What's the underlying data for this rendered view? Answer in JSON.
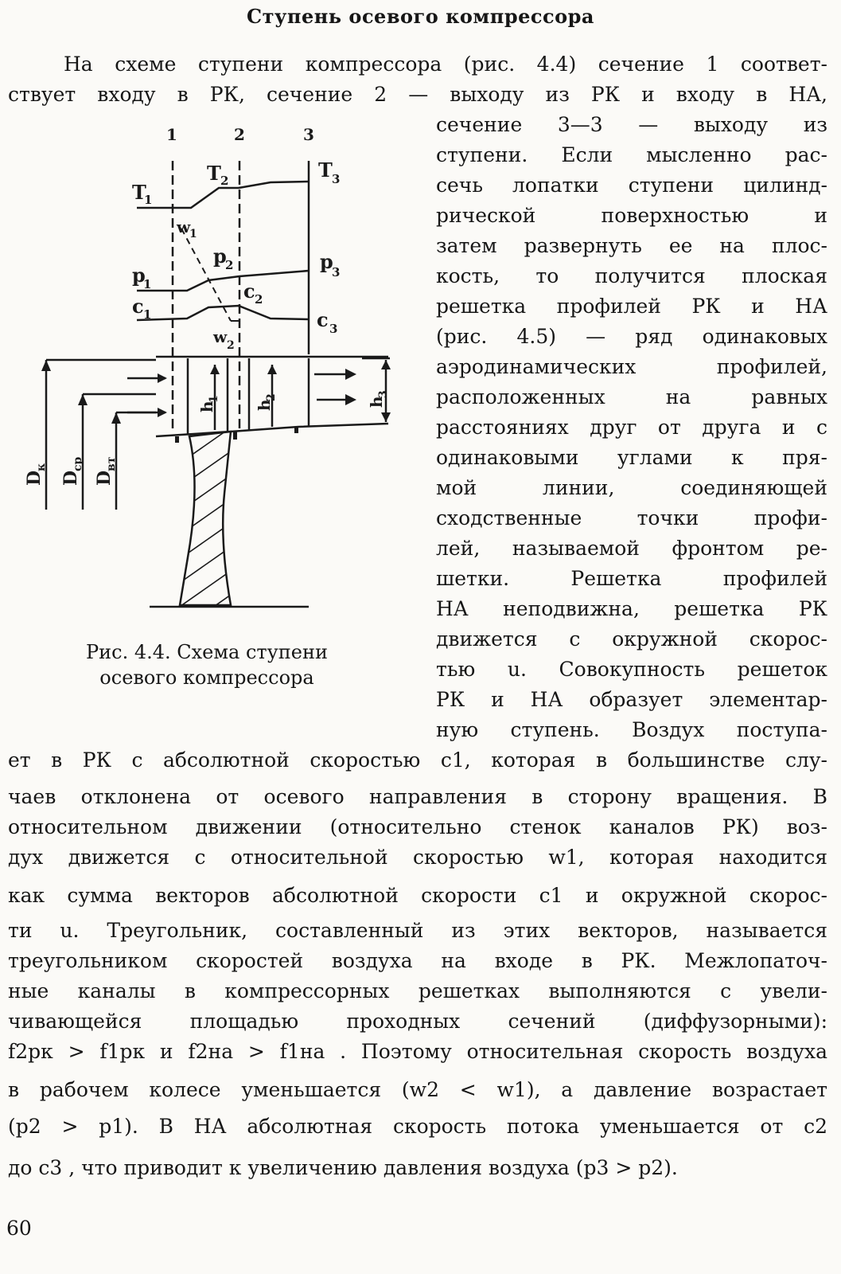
{
  "title": "Ступень осевого компрессора",
  "lines": [
    "На схеме ступени компрессора (рис. 4.4) сечение 1 соответ-",
    "ствует входу в РК, сечение 2 — выходу из РК и входу в НА,",
    "сечение 3—3 — выходу из",
    "ступени. Если мысленно рас-",
    "сечь лопатки ступени цилинд-",
    "рической поверхностью и",
    "затем развернуть ее на плос-",
    "кость, то получится плоская",
    "решетка профилей РК и НА",
    "(рис. 4.5) — ряд одинаковых",
    "аэродинамических профилей,",
    "расположенных на равных",
    "расстояниях друг от друга и с",
    "одинаковыми углами к пря-",
    "мой линии, соединяющей",
    "сходственные точки профи-",
    "лей, называемой фронтом ре-",
    "шетки. Решетка профилей",
    "НА неподвижна, решетка РК",
    "движется с окружной скорос-",
    "тью u. Совокупность решеток",
    "РК и НА образует элементар-",
    "ную ступень. Воздух поступа-",
    "ет в РК с абсолютной скоростью c1, которая в большинстве слу-",
    "чаев отклонена от осевого направления в сторону вращения. В",
    "относительном движении (относительно стенок каналов РК) воз-",
    "дух движется с относительной скоростью w1, которая находится",
    "как сумма векторов абсолютной скорости c1 и окружной скорос-",
    "ти u. Треугольник, составленный из этих векторов, называется",
    "треугольником скоростей воздуха на входе в РК. Межлопаточ-",
    "ные каналы в компрессорных решетках выполняются с увели-",
    "чивающейся площадью проходных сечений (диффузорными):",
    "f2рк > f1рк и f2на > f1на . Поэтому относительная скорость воздуха",
    "в рабочем колесе уменьшается (w2 < w1), а давление возрастает",
    "(p2 > p1). В НА абсолютная скорость потока уменьшается от c2",
    "до c3 , что приводит к увеличению давления воздуха (p3 > p2)."
  ],
  "caption": [
    "Рис. 4.4. Схема ступени",
    "осевого компрессора"
  ],
  "figure": {
    "sections": [
      "1",
      "2",
      "3"
    ],
    "T_labels": [
      "T",
      "1",
      "T",
      "2",
      "T",
      "3"
    ],
    "p_labels": [
      "p",
      "1",
      "p",
      "2",
      "p",
      "3"
    ],
    "c_labels": [
      "c",
      "1",
      "c",
      "2",
      "c",
      "3"
    ],
    "w_labels": [
      "w",
      "1",
      "w",
      "2"
    ],
    "h_labels": [
      "h",
      "1",
      "h",
      "2",
      "h",
      "3"
    ],
    "D_labels": [
      "D",
      "к",
      "D",
      "ср",
      "D",
      "вт"
    ]
  },
  "page_number": "60"
}
